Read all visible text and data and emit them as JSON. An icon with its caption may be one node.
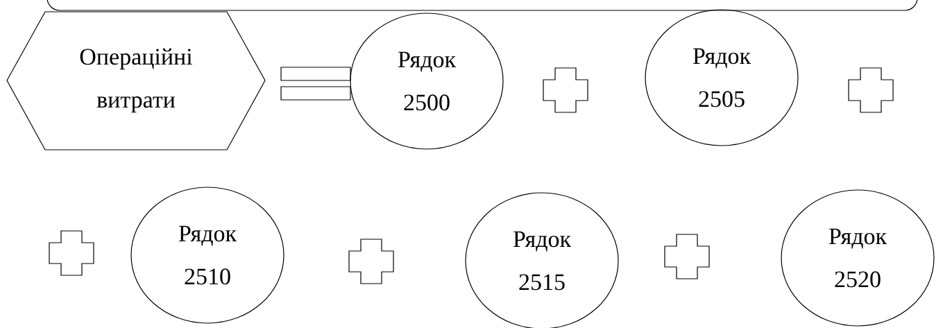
{
  "diagram": {
    "nodes": [
      {
        "text": [],
        "shape": "box"
      },
      {
        "text": [
          "Операційні витрати"
        ]
      },
      {
        "text": [
          "Рядок 2500"
        ]
      },
      {
        "text": [
          "Рядок 2505"
        ]
      },
      {
        "text": [
          "Рядок 2510"
        ]
      },
      {
        "text": [
          "Рядок 2515"
        ]
      },
      {
        "text": [
          "Рядок 2520"
        ]
      }
    ]
  }
}
